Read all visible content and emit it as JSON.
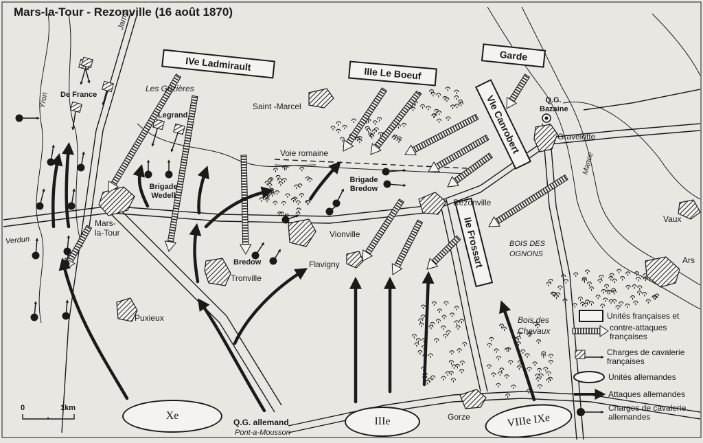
{
  "title": "Mars-la-Tour - Rezonville (16 août 1870)",
  "french_units": {
    "ladmirault": "IVe Ladmirault",
    "leboeuf": "IIIe Le Boeuf",
    "garde": "Garde",
    "canrobert": "VIe Canrobert",
    "frossart": "IIe Frossart"
  },
  "german_units": {
    "x": "Xe",
    "iii": "IIIe",
    "viii_ix": "VIIIe IXe"
  },
  "places": {
    "jarny": "Jarny",
    "yron": "Yron",
    "de_france": "De France",
    "les_grizieres": "Les Grizières",
    "legrand": "Legrand",
    "saint_marcel": "Saint -Marcel",
    "qg_bazaine": "Q.G. Bazaine",
    "gravelotte": "Gravelotte",
    "voie_romaine": "Voie romaine",
    "brigade_wedell": "Brigade Wedell",
    "brigade_bredow": "Brigade Bredow",
    "rezonville": "Rezonville",
    "mance": "Mance",
    "vaux": "Vaux",
    "verdun": "Verdun",
    "mars_la_tour": "Mars- la-Tour",
    "vionville": "Vionville",
    "bois_des_ognons": "BOIS DES OGNONS",
    "ars": "Ars",
    "bredow": "Bredow",
    "tronville": "Tronville",
    "flavigny": "Flavigny",
    "puxieux": "Puxieux",
    "bois_des_chevaux": "Bois des Chevaux",
    "gorze": "Gorze",
    "qg_allemand": "Q.G. allemand",
    "pont_a_mousson": "Pont-a-Mousson"
  },
  "scale": {
    "zero": "0",
    "km": "1km"
  },
  "legend": {
    "french_units": "Unités françaises et",
    "french_counter": "contre-attaques françaises",
    "french_cavalry": "Charges de cavalerie françaises",
    "german_units": "Unités allemandes",
    "german_attacks": "Attaques allemandes",
    "german_cavalry": "Charges de cavalerie allemandes"
  },
  "colors": {
    "paper": "#e9e7e2",
    "ink": "#1a1a1a"
  },
  "icons": [
    "striped-arrow-icon",
    "black-arrow-icon",
    "hatched-flag-icon",
    "ball-arrow-icon",
    "forest-icon",
    "village-icon"
  ]
}
